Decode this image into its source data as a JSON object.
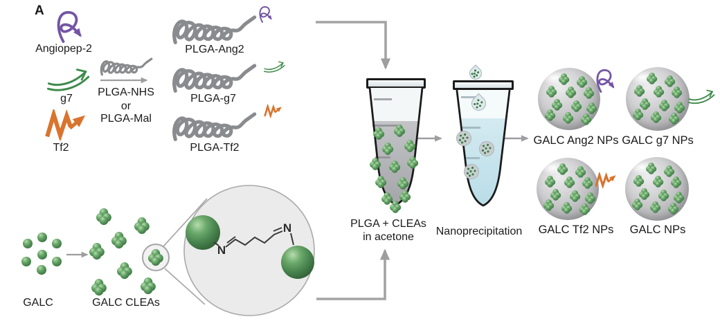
{
  "panel": {
    "label": "A"
  },
  "ligands": {
    "angiopep2": {
      "label": "Angiopep-2"
    },
    "g7": {
      "label": "g7"
    },
    "tf2": {
      "label": "Tf2"
    }
  },
  "reagent": {
    "line1": "PLGA-NHS",
    "line2": "or",
    "line3": "PLGA-Mal"
  },
  "products": {
    "ang2": {
      "label": "PLGA-Ang2"
    },
    "g7": {
      "label": "PLGA-g7"
    },
    "tf2": {
      "label": "PLGA-Tf2"
    }
  },
  "enzyme": {
    "galc_label": "GALC",
    "cleas_label": "GALC CLEAs"
  },
  "crosslink": {
    "n_left": "N",
    "n_right": "N"
  },
  "process": {
    "tube1_label_line1": "PLGA + CLEAs",
    "tube1_label_line2": "in acetone",
    "tube2_label": "Nanoprecipitation"
  },
  "nanoparticles": {
    "ang2": {
      "label": "GALC Ang2 NPs"
    },
    "g7": {
      "label": "GALC g7 NPs"
    },
    "tf2": {
      "label": "GALC Tf2 NPs"
    },
    "plain": {
      "label": "GALC NPs"
    }
  },
  "colors": {
    "purple": "#7355a4",
    "green_arrow": "#3e8b4a",
    "orange": "#d9742e",
    "enzyme_green": "#4a8650",
    "polymer_gray": "#8a8b8e",
    "arrow_gray": "#9e9ea1",
    "liquid_gray": "#b4b5b8",
    "liquid_blue": "#cde6ee"
  }
}
